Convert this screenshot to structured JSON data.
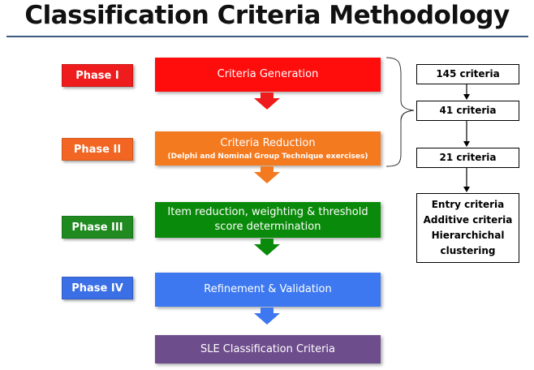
{
  "title": "Classification Criteria Methodology",
  "phases": [
    {
      "label": "Phase I",
      "color": "#ee1c1c"
    },
    {
      "label": "Phase II",
      "color": "#f26522"
    },
    {
      "label": "Phase III",
      "color": "#1f8a1f"
    },
    {
      "label": "Phase IV",
      "color": "#3b6fe6"
    }
  ],
  "steps": [
    {
      "label": "Criteria Generation",
      "sub": "",
      "color": "#ff0d0d"
    },
    {
      "label": "Criteria Reduction",
      "sub": "(Delphi and Nominal Group Technique exercises)",
      "color": "#f47a20"
    },
    {
      "label": "Item reduction, weighting & threshold score determination",
      "sub": "",
      "color": "#0a8a0a"
    },
    {
      "label": "Refinement & Validation",
      "sub": "",
      "color": "#3d78f0"
    },
    {
      "label": "SLE Classification Criteria",
      "sub": "",
      "color": "#6e4d8c"
    }
  ],
  "counts": [
    "145 criteria",
    "41 criteria",
    "21 criteria"
  ],
  "final_criteria": [
    "Entry criteria",
    "Additive criteria",
    "Hierarchichal clustering"
  ]
}
